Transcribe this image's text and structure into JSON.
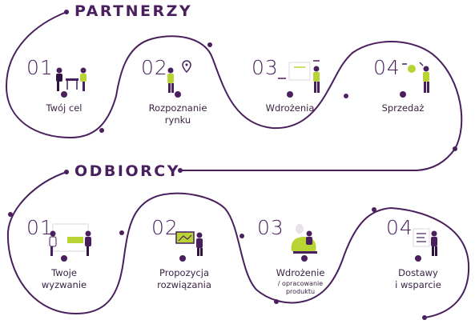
{
  "headings": {
    "partners": "PARTNERZY",
    "recipients": "ODBIORCY"
  },
  "partners_steps": [
    {
      "number": "01",
      "label_lines": [
        "Twój cel"
      ]
    },
    {
      "number": "02",
      "label_lines": [
        "Rozpoznanie",
        "rynku"
      ]
    },
    {
      "number": "03",
      "label_lines": [
        "Wdrożenia"
      ]
    },
    {
      "number": "04",
      "label_lines": [
        "Sprzedaż"
      ]
    }
  ],
  "recipients_steps": [
    {
      "number": "01",
      "label_lines": [
        "Twoje",
        "wyzwanie"
      ]
    },
    {
      "number": "02",
      "label_lines": [
        "Propozycja",
        "rozwiązania"
      ]
    },
    {
      "number": "03",
      "label_lines": [
        "Wdrożenie"
      ],
      "sub_lines": [
        "/ opracowanie",
        "produktu"
      ]
    },
    {
      "number": "04",
      "label_lines": [
        "Dostawy",
        "i wsparcie"
      ]
    }
  ],
  "colors": {
    "purple": "#4a1f5e",
    "accent_green": "#b7d433",
    "text": "#3a2346"
  }
}
